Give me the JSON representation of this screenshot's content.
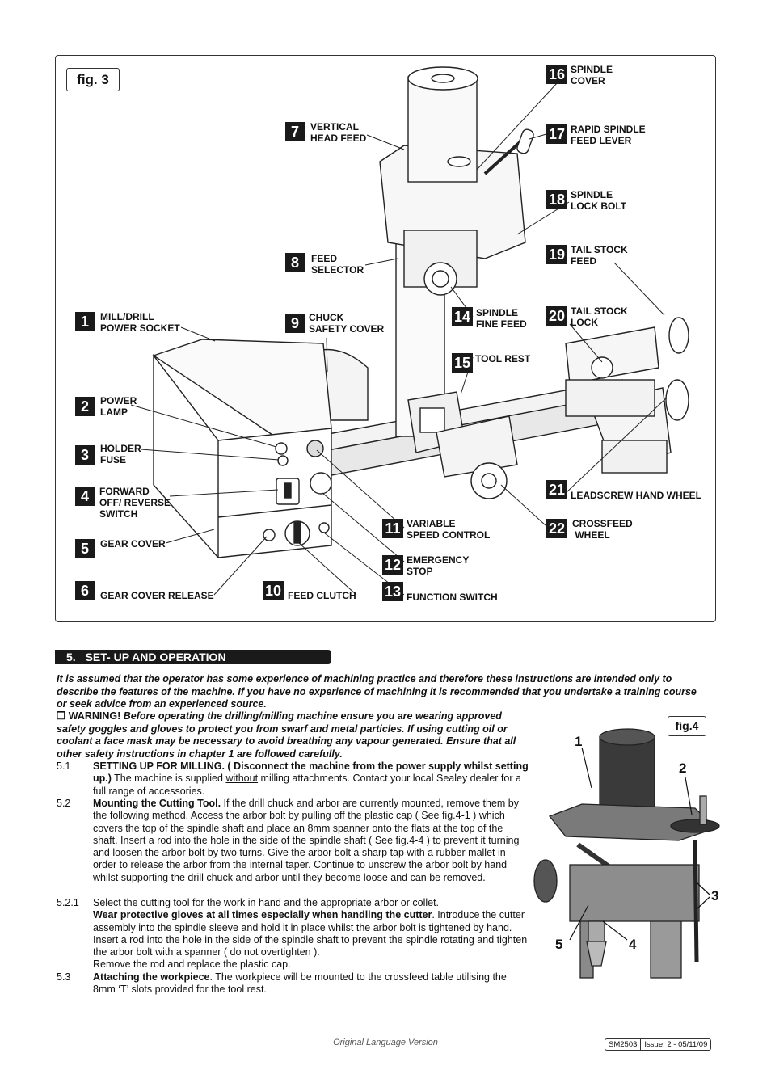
{
  "figure3": {
    "tag": "fig. 3",
    "callouts": [
      {
        "num": "1",
        "label": "MILL/DRILL\nPOWER SOCKET"
      },
      {
        "num": "2",
        "label": "POWER\nLAMP"
      },
      {
        "num": "3",
        "label": "HOLDER\nFUSE"
      },
      {
        "num": "4",
        "label": "FORWARD\nOFF/ REVERSE\nSWITCH"
      },
      {
        "num": "5",
        "label": "GEAR COVER"
      },
      {
        "num": "6",
        "label": "GEAR COVER RELEASE"
      },
      {
        "num": "7",
        "label": "VERTICAL\nHEAD FEED"
      },
      {
        "num": "8",
        "label": "FEED\nSELECTOR"
      },
      {
        "num": "9",
        "label": "CHUCK\nSAFETY COVER"
      },
      {
        "num": "10",
        "label": "FEED CLUTCH"
      },
      {
        "num": "11",
        "label": "VARIABLE\nSPEED CONTROL"
      },
      {
        "num": "12",
        "label": "EMERGENCY\nSTOP"
      },
      {
        "num": "13",
        "label": "FUNCTION SWITCH"
      },
      {
        "num": "14",
        "label": "SPINDLE\nFINE FEED"
      },
      {
        "num": "15",
        "label": "TOOL REST"
      },
      {
        "num": "16",
        "label": "SPINDLE\nCOVER"
      },
      {
        "num": "17",
        "label": "RAPID SPINDLE\nFEED LEVER"
      },
      {
        "num": "18",
        "label": "SPINDLE\nLOCK BOLT"
      },
      {
        "num": "19",
        "label": "TAIL STOCK\nFEED"
      },
      {
        "num": "20",
        "label": "TAIL STOCK\nLOCK"
      },
      {
        "num": "21",
        "label": "LEADSCREW HAND WHEEL"
      },
      {
        "num": "22",
        "label": "CROSSFEED\n WHEEL"
      }
    ]
  },
  "section": {
    "number": "5.",
    "title": "SET- UP AND OPERATION"
  },
  "intro": "It is assumed that the operator has some experience of machining practice and therefore these instructions are intended only to describe the features of the machine. If you have no experience of machining it is recommended that you undertake a training course or seek advice from an experienced source.",
  "warning": {
    "symbol": "❐",
    "label": "WARNING!",
    "text": "Before operating the drilling/milling machine ensure you are wearing approved safety goggles and gloves to protect you from swarf and metal particles. If using cutting oil or coolant a face mask may be necessary to avoid breathing any vapour generated. Ensure that all other safety instructions in chapter 1 are followed carefully."
  },
  "paragraphs": {
    "p51": {
      "num": "5.1",
      "bold": "SETTING UP FOR MILLING. ( Disconnect the machine from the power supply whilst setting up.)",
      "pre": " The machine is supplied ",
      "underline": "without",
      "post": " milling attachments. Contact your local Sealey dealer for a full range of accessories."
    },
    "p52": {
      "num": "5.2",
      "bold": "Mounting the Cutting Tool.",
      "text": " If the drill chuck and arbor are currently mounted, remove them by  the following method. Access the arbor bolt by pulling off the plastic cap ( See fig.4-1 ) which covers the top of the spindle shaft and place an 8mm  spanner onto the flats at the top of the shaft. Insert a rod into the hole in the side of the spindle shaft ( See fig.4-4 ) to prevent it turning and loosen the arbor bolt by two turns. Give the arbor bolt a sharp tap with a rubber mallet in order to release the arbor from the internal taper. Continue to unscrew the arbor bolt by hand whilst supporting the drill chuck and arbor until they become loose and can be removed."
    },
    "p521": {
      "num": "5.2.1",
      "line1": "Select the cutting tool for the work in hand and the appropriate arbor or collet.",
      "bold": "Wear protective gloves at all times especially when handling the cutter",
      "text": ". Introduce the cutter assembly into the spindle sleeve and hold it in place whilst the arbor bolt is tightened by hand. Insert a rod into the hole in the side of the spindle shaft to prevent the spindle rotating and tighten the arbor bolt with a spanner ( do not overtighten ).",
      "last": "Remove the rod and replace the plastic cap."
    },
    "p53": {
      "num": "5.3",
      "bold": "Attaching the workpiece",
      "text": ". The workpiece will be mounted to the crossfeed table utilising the 8mm ‘T’ slots provided for the tool rest."
    }
  },
  "figure4": {
    "tag": "fig.4",
    "markers": [
      "1",
      "2",
      "3",
      "4",
      "5"
    ]
  },
  "footer": {
    "note": "Original Language Version",
    "model": "SM2503",
    "issue": "Issue: 2 - 05/11/09"
  }
}
